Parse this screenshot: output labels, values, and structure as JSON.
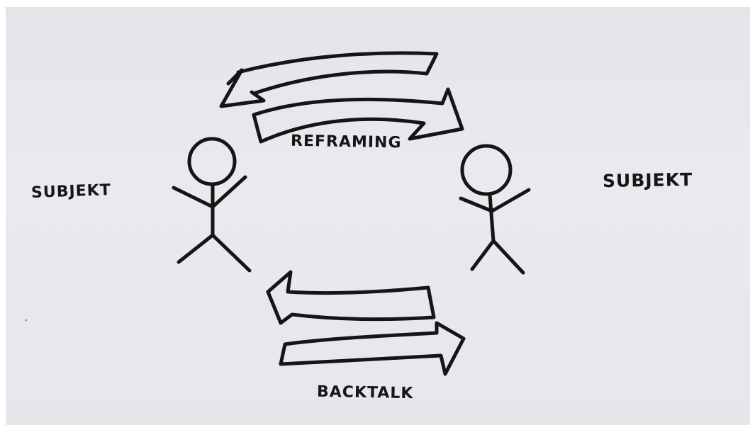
{
  "labels": {
    "subject_left": "SUBJEKT",
    "subject_right": "SUBJEKT",
    "reframing": "REFRAMING",
    "backtalk": "BACKTALK"
  },
  "colors": {
    "paper": "#e6e7eb",
    "ink": "#151515"
  },
  "icons": {
    "left_figure": "stick-figure-icon",
    "right_figure": "stick-figure-icon"
  }
}
